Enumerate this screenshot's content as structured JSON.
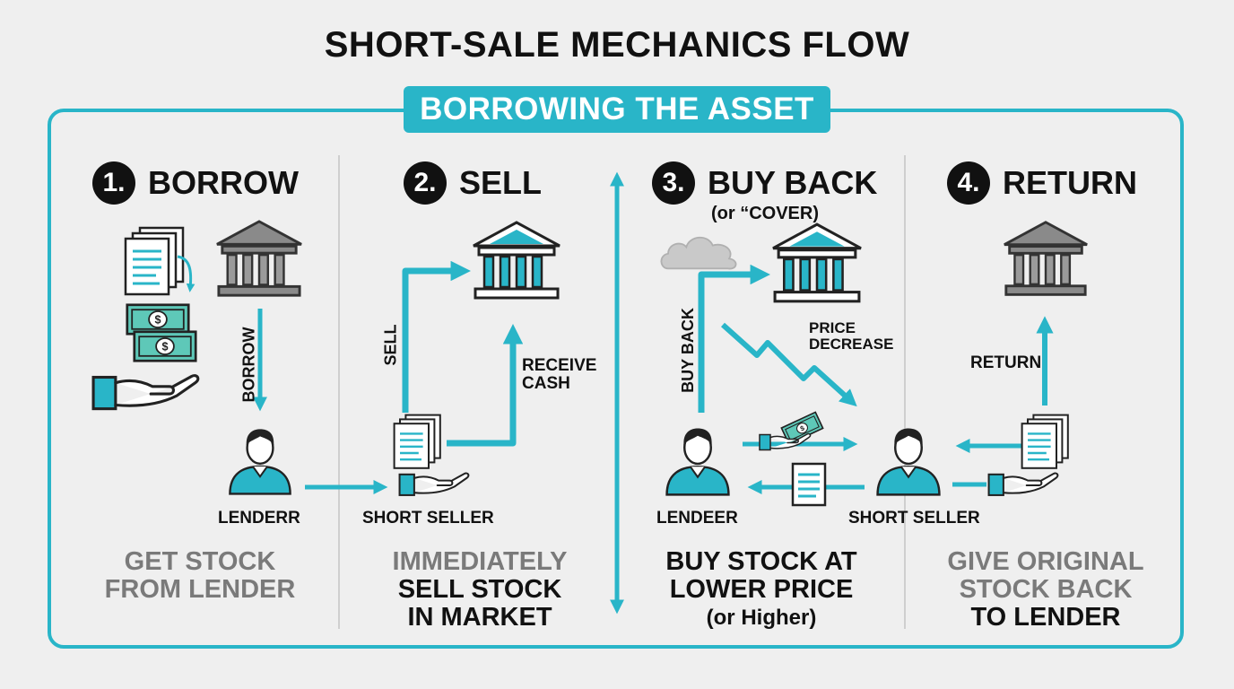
{
  "title": "SHORT-SALE MECHANICS FLOW",
  "banner": "BORROWING THE ASSET",
  "steps": [
    {
      "number": "1.",
      "title": "BORROW"
    },
    {
      "number": "2.",
      "title": "SELL"
    },
    {
      "number": "3.",
      "title": "BUY BACK",
      "subtitle": "(or “COVER)"
    },
    {
      "number": "4.",
      "title": "RETURN"
    }
  ],
  "labels": {
    "borrow": "BORROW",
    "lender1": "LENDERR",
    "short_seller1": "SHORT SELLER",
    "sell": "SELL",
    "receive_cash_1": "RECEIVE",
    "receive_cash_2": "CASH",
    "buy_back": "BUY BACK",
    "price_decrease_1": "PRICE",
    "price_decrease_2": "DECREASE",
    "lender2": "LENDEER",
    "short_seller2": "SHORT SELLER",
    "return": "RETURN"
  },
  "descriptions": {
    "step1": [
      "GET STOCK",
      "FROM LENDER"
    ],
    "step2": [
      "IMMEDIATELY",
      "SELL STOCK",
      "IN MARKET"
    ],
    "step3": [
      "BUY STOCK AT",
      "LOWER PRICE",
      "(or Higher)"
    ],
    "step4": [
      "GIVE ORIGINAL",
      "STOCK BACK",
      "TO LENDER"
    ]
  },
  "colors": {
    "accent": "#29b5c8",
    "dark": "#111111",
    "gray": "#7a7a7a",
    "bank": "#8a8a8a",
    "money": "#5ec8b8"
  },
  "icons": [
    "document-stack-icon",
    "bank-icon",
    "cash-icon",
    "hand-icon",
    "person-icon",
    "cloud-icon",
    "arrow-icon"
  ]
}
